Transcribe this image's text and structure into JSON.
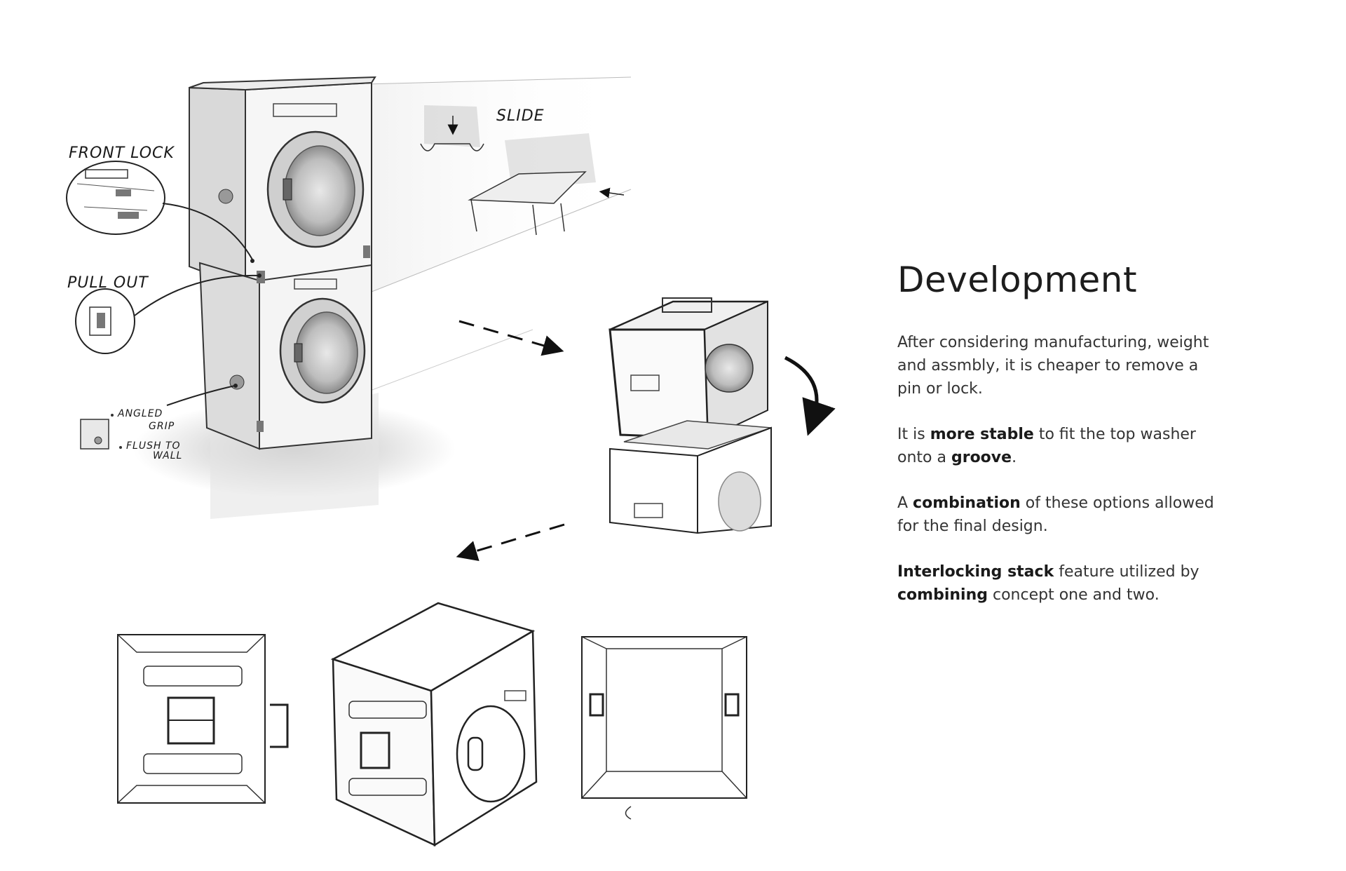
{
  "sketch_labels": {
    "front_lock": "FRONT LOCK",
    "slide": "SLIDE",
    "pull_out": "PULL OUT",
    "angled_grip_1": "ANGLED",
    "angled_grip_2": "GRIP",
    "flush_1": "FLUSH TO",
    "flush_2": "WALL"
  },
  "development": {
    "title": "Development",
    "p1": "After considering manufacturing, weight and assmbly, it is cheaper to remove a pin or lock.",
    "p2_a": "It is ",
    "p2_b": "more stable",
    "p2_c": " to fit the top washer onto a ",
    "p2_d": "groove",
    "p2_e": ".",
    "p3_a": "A ",
    "p3_b": "combination",
    "p3_c": " of these options allowed for the final design.",
    "p4_a": "Interlocking stack",
    "p4_b": " feature utilized by ",
    "p4_c": "combining",
    "p4_d": " concept one and two."
  }
}
